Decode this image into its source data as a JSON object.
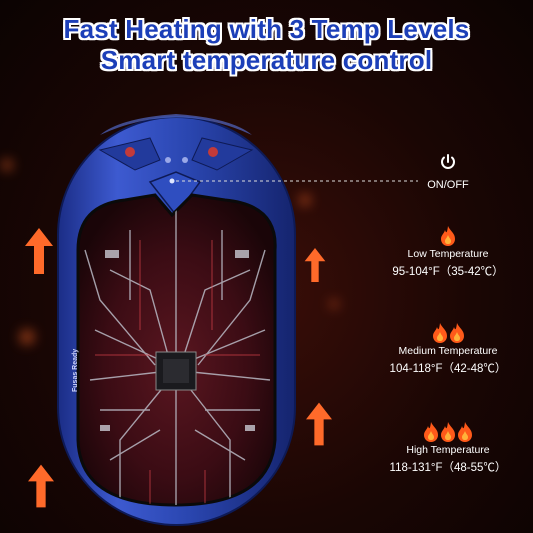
{
  "header": {
    "title_line1": "Fast Heating with 3 Temp Levels",
    "title_line2": "Smart temperature control"
  },
  "power": {
    "icon": "power-icon",
    "label": "ON/OFF"
  },
  "levels": [
    {
      "name": "Low Temperature",
      "range": "95-104°F（35-42℃）",
      "flames": 1
    },
    {
      "name": "Medium Temperature",
      "range": "104-118°F（42-48℃）",
      "flames": 2
    },
    {
      "name": "High Temperature",
      "range": "118-131°F（48-55℃）",
      "flames": 3
    }
  ],
  "device": {
    "brand_text": "Fusas Ready"
  },
  "colors": {
    "title_blue": "#1c3fb8",
    "device_blue": "#2a46b0",
    "flame_orange": "#ff5a1a",
    "arrow_orange": "#ff6a2a"
  }
}
